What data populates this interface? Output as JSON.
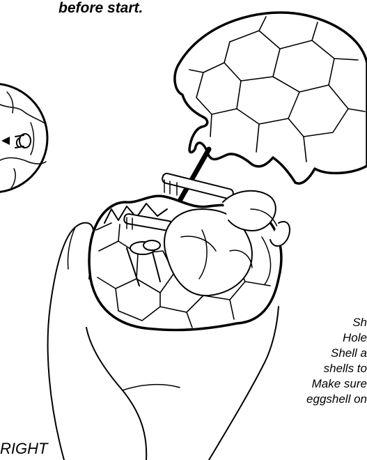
{
  "heading": "before start.",
  "side_label": "RIGHT",
  "instructions": [
    "Sh",
    "Hole",
    "Shell a",
    "shells to",
    "Make sure",
    "eggshell on"
  ]
}
